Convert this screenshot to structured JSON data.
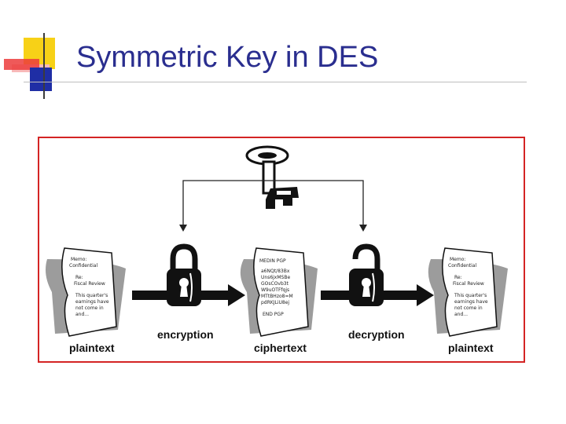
{
  "slide": {
    "title": "Symmetric Key in DES"
  },
  "diagram": {
    "labels": {
      "plaintext_left": "plaintext",
      "encryption": "encryption",
      "ciphertext": "ciphertext",
      "decryption": "decryption",
      "plaintext_right": "plaintext"
    },
    "documents": {
      "plain": [
        "Memo:",
        "Confidential",
        "Re:",
        "Fiscal Review",
        "This quarter's",
        "earnings have",
        "not come in",
        "and..."
      ],
      "cipher": [
        "MEDIN PGP",
        "a6NQt/83Bx",
        "Uns6jxMSBe",
        "GOsCOvb3t",
        "W9uOTFfqjs",
        "MTtBHzo8=M",
        "pdRKJLiU8ej",
        "END PGP"
      ]
    },
    "colors": {
      "frame_border": "#d42424",
      "title": "#2a2e8f"
    }
  }
}
